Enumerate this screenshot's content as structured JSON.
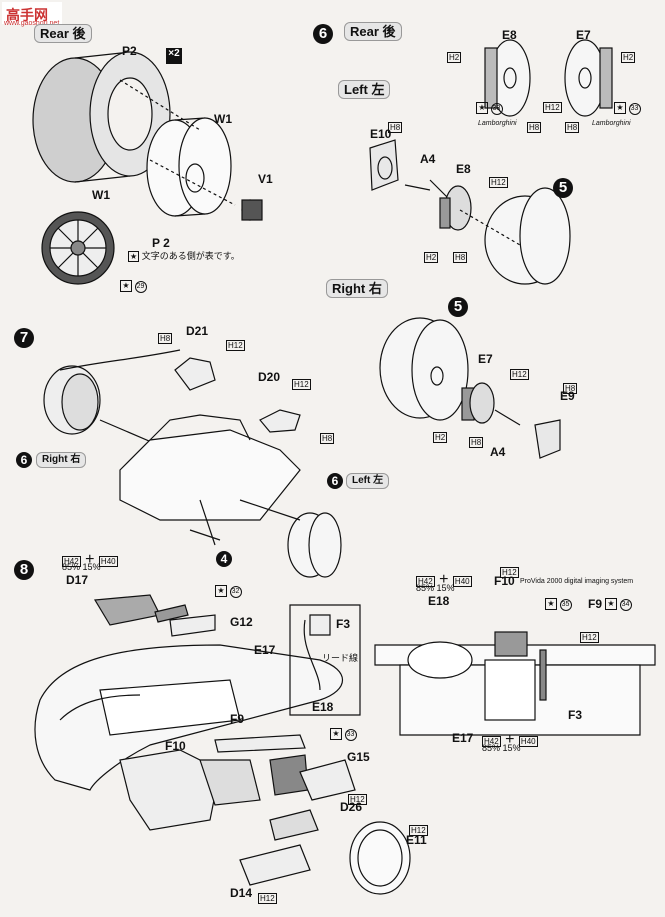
{
  "watermark": {
    "site_cn": "高手网",
    "site_url": "www.gaoshou.net"
  },
  "step5": {
    "heading": "Rear 後",
    "labels": {
      "p2": "P2",
      "w1": "W1",
      "v1": "V1",
      "w1b": "W1",
      "p2b": "P 2"
    },
    "note": "文字のある側が表です。",
    "decal": "29"
  },
  "step6": {
    "number": "6",
    "heading": "Rear 後",
    "left": "Left 左",
    "right": "Right 右",
    "parts": {
      "e8": "E8",
      "e7": "E7",
      "e10": "E10",
      "a4": "A4",
      "e8b": "E8",
      "e7b": "E7",
      "e9": "E9",
      "a4b": "A4"
    },
    "brand": "Lamborghini",
    "decals": [
      "33",
      "33"
    ],
    "circle5": "5"
  },
  "step7": {
    "number": "7",
    "parts": {
      "d21": "D21",
      "d20": "D20"
    },
    "right_ref": "Right 右",
    "left_ref": "Left 左",
    "six": "6",
    "four": "4"
  },
  "step8": {
    "number": "8",
    "parts": {
      "d17": "D17",
      "g12": "G12",
      "e17": "E17",
      "f3": "F3",
      "f9": "F9",
      "e18": "E18",
      "f10": "F10",
      "g15": "G15",
      "d26": "D26",
      "e11": "E11",
      "d14": "D14"
    },
    "lead_wire": "リード線",
    "mix": {
      "pct_a": "85%",
      "pct_b": "15%"
    },
    "decals": [
      "32",
      "33",
      "35",
      "34"
    ],
    "provida": "ProVida 2000 digital imaging system",
    "right_parts": {
      "f10": "F10",
      "e18": "E18",
      "f9": "F9",
      "f3": "F3",
      "e17": "E17"
    }
  },
  "paints": {
    "h2": "H2",
    "h8": "H8",
    "h12": "H12",
    "h40": "H40",
    "h42": "H42"
  }
}
